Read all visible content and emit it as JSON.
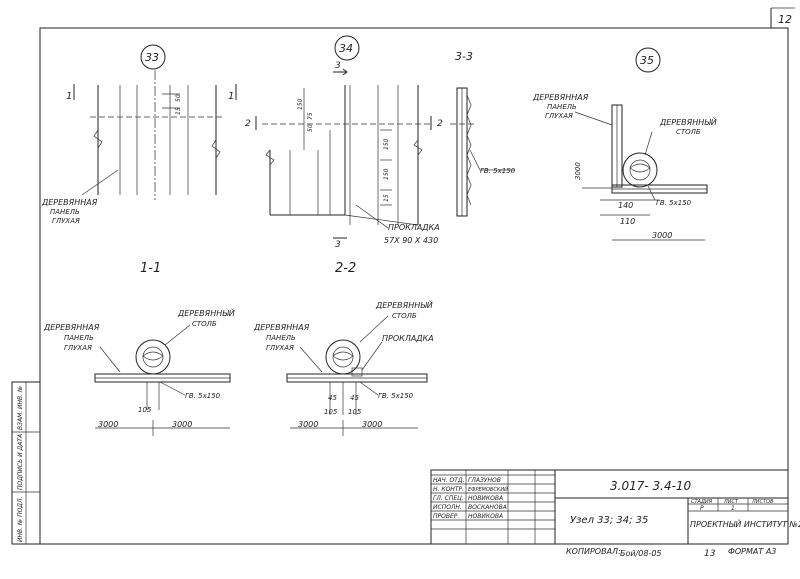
{
  "sheet_number": "12",
  "labels": {
    "node_33": "33",
    "node_34": "34",
    "node_35": "35",
    "section_33": "3-3",
    "section_11": "1-1",
    "section_22": "2-2",
    "cut_1": "1",
    "cut_2": "2",
    "cut_3": "3",
    "wood_panel": "ДЕРЕВЯННАЯ",
    "panel_word": "ПАНЕЛЬ",
    "blind_word": "ГЛУХАЯ",
    "wood_post": "ДЕРЕВЯННЫЙ",
    "post_word": "СТОЛБ",
    "gasket": "ПРОКЛАДКА",
    "gasket_size": "57Х 90 Х 430",
    "nail": "ГВ. 5х150"
  },
  "dims": {
    "d150": "150",
    "d50": "50",
    "d75": "75",
    "d15": "15",
    "d3000": "3000",
    "d140": "140",
    "d110": "110",
    "d105": "105",
    "d45": "45"
  },
  "title_block": {
    "code": "3.017- 3.4-10",
    "roles": [
      "НАЧ. ОТД.",
      "Н. КОНТР.",
      "ГЛ. СПЕЦ.",
      "ИСПОЛН.",
      "ПРОВЕР."
    ],
    "names": [
      "ГЛАЗУНОВ",
      "ЕФРЕМОВСКИЙ",
      "НОВИКОВА",
      "ВОСКАНОВА",
      "НОВИКОВА"
    ],
    "title": "Узел 33; 34; 35",
    "stage_label": "СТАДИЯ",
    "sheet_label": "ЛИСТ",
    "sheets_label": "ЛИСТОВ",
    "stage": "Р",
    "sheet": "1",
    "institute": "ПРОЕКТНЫЙ ИНСТИТУТ №2",
    "copied_label": "КОПИРОВАЛ:",
    "copied_sign": "Бой/08-05",
    "page": "13",
    "format_label": "ФОРМАТ А3"
  },
  "side_stamp": [
    "ИНВ. № ПОДЛ.",
    "ПОДПИСЬ И ДАТА",
    "ВЗАМ. ИНВ. №"
  ]
}
